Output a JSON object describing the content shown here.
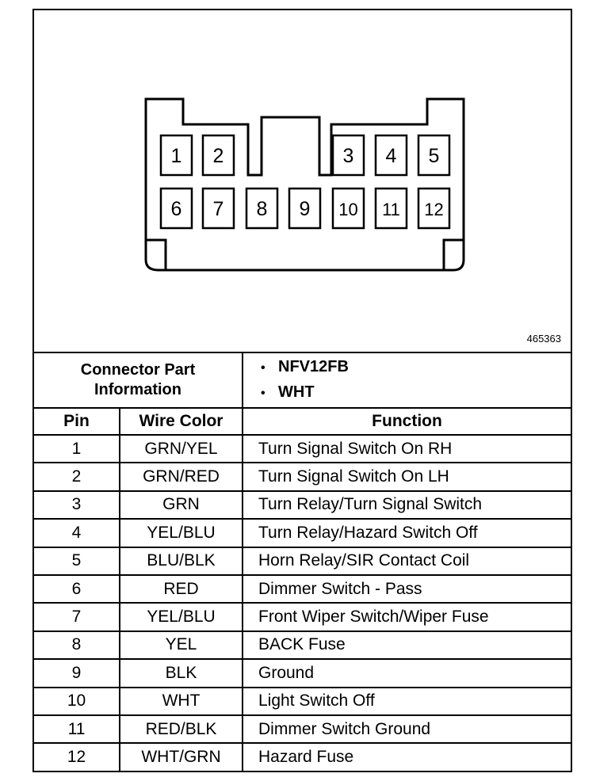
{
  "diagram": {
    "reference_number": "465363",
    "pin_layout": {
      "top_row": [
        "1",
        "2",
        "3",
        "4",
        "5"
      ],
      "bottom_row": [
        "6",
        "7",
        "8",
        "9",
        "10",
        "11",
        "12"
      ]
    }
  },
  "connector_info": {
    "label_line1": "Connector Part",
    "label_line2": "Information",
    "values": [
      "NFV12FB",
      "WHT"
    ]
  },
  "table": {
    "headers": {
      "pin": "Pin",
      "wire_color": "Wire Color",
      "function": "Function"
    },
    "rows": [
      {
        "pin": "1",
        "color": "GRN/YEL",
        "function": "Turn Signal Switch On RH"
      },
      {
        "pin": "2",
        "color": "GRN/RED",
        "function": "Turn Signal Switch On LH"
      },
      {
        "pin": "3",
        "color": "GRN",
        "function": "Turn Relay/Turn Signal Switch"
      },
      {
        "pin": "4",
        "color": "YEL/BLU",
        "function": "Turn Relay/Hazard Switch Off"
      },
      {
        "pin": "5",
        "color": "BLU/BLK",
        "function": "Horn Relay/SIR Contact Coil"
      },
      {
        "pin": "6",
        "color": "RED",
        "function": "Dimmer Switch - Pass"
      },
      {
        "pin": "7",
        "color": "YEL/BLU",
        "function": "Front Wiper Switch/Wiper Fuse"
      },
      {
        "pin": "8",
        "color": "YEL",
        "function": "BACK Fuse"
      },
      {
        "pin": "9",
        "color": "BLK",
        "function": "Ground"
      },
      {
        "pin": "10",
        "color": "WHT",
        "function": "Light Switch Off"
      },
      {
        "pin": "11",
        "color": "RED/BLK",
        "function": "Dimmer Switch Ground"
      },
      {
        "pin": "12",
        "color": "WHT/GRN",
        "function": "Hazard Fuse"
      }
    ]
  }
}
